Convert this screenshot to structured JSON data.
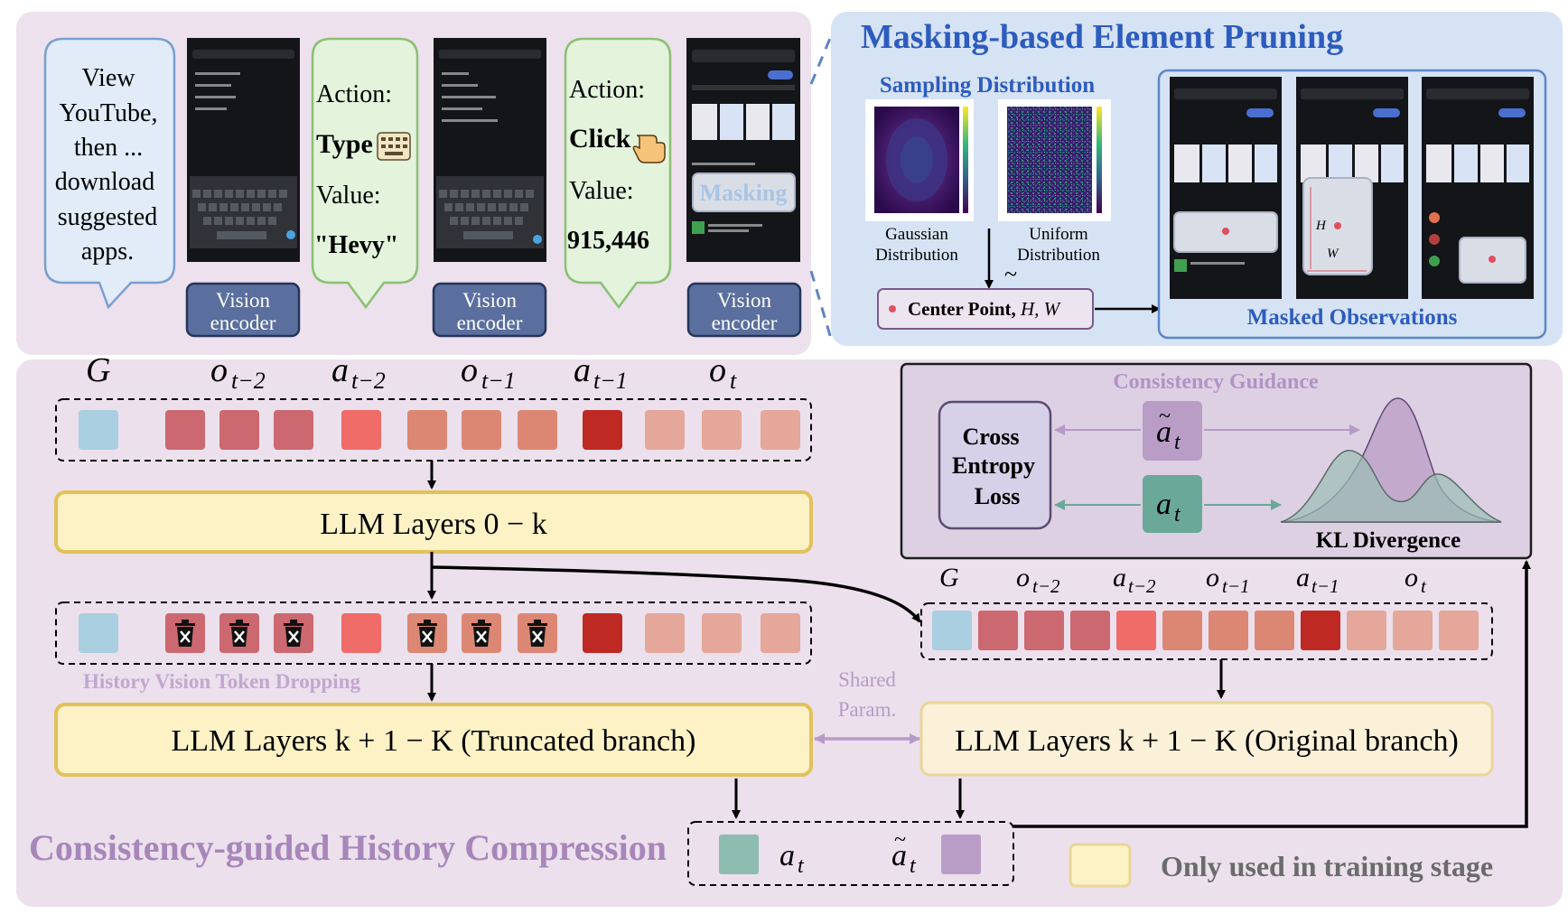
{
  "colors": {
    "top_panel_bg": "#ece1ec",
    "masking_panel_bg": "#d6e3f4",
    "masking_panel_border": "#5d86c8",
    "bottom_panel_bg": "#ebe0ec",
    "consistency_box_bg": "#ddd0e3",
    "llm_box_fill": "#fdf2c6",
    "llm_box_border": "#e2c15a",
    "llm_orig_fill": "#faf1d8",
    "speech_bubble_blue": "#e1ecf8",
    "speech_bubble_green": "#e3f3dc",
    "vision_encoder_fill": "#5a6f9e",
    "goal_token": "#a9cfe0",
    "obs_t2": "#cc6870",
    "act_t2": "#ef6c68",
    "obs_t1": "#dc8774",
    "act_t1": "#bf2924",
    "obs_t": "#e4a79a",
    "at_token": "#8dbdb1",
    "at_tilde_token": "#b99dc6",
    "purple_text": "#a786ba",
    "blue_title": "#2d5cbf"
  },
  "top": {
    "instruction": [
      "View",
      "YouTube,",
      "then ...",
      "download",
      "suggested",
      "apps."
    ],
    "action1": {
      "label": "Action:",
      "type": "Type",
      "value_label": "Value:",
      "value": "\"Hevy\"",
      "icon": "keyboard-icon"
    },
    "action2": {
      "label": "Action:",
      "type": "Click",
      "value_label": "Value:",
      "value": "915,446",
      "icon": "pointing-hand-icon"
    },
    "vision_encoder": [
      "Vision",
      "encoder"
    ],
    "masking_label": "Masking"
  },
  "masking": {
    "title": "Masking-based Element Pruning",
    "sampling_title": "Sampling Distribution",
    "gaussian": [
      "Gaussian",
      "Distribution"
    ],
    "uniform": [
      "Uniform",
      "Distribution"
    ],
    "tilde": "~",
    "center_point": "Center Point,",
    "center_vars": "H, W",
    "masked_obs": "Masked Observations",
    "h_label": "H",
    "w_label": "W"
  },
  "sequence": {
    "labels": {
      "G": "G",
      "o_t2": "o",
      "o_t2_sub": "t−2",
      "a_t2": "a",
      "a_t2_sub": "t−2",
      "o_t1": "o",
      "o_t1_sub": "t−1",
      "a_t1": "a",
      "a_t1_sub": "t−1",
      "o_t": "o",
      "o_t_sub": "t"
    },
    "llm_layers_first": "LLM Layers 0 − k",
    "dropping_label": "History Vision Token Dropping",
    "llm_truncated": "LLM Layers k + 1 − K (Truncated branch)",
    "llm_original": "LLM Layers k + 1 − K (Original branch)",
    "shared_param": [
      "Shared",
      "Param."
    ],
    "section_title": "Consistency-guided History Compression",
    "at": "a",
    "at_sub": "t",
    "legend": "Only used in training stage"
  },
  "consistency": {
    "title": "Consistency Guidance",
    "ce_loss": [
      "Cross",
      "Entropy",
      "Loss"
    ],
    "kl": "KL Divergence"
  }
}
